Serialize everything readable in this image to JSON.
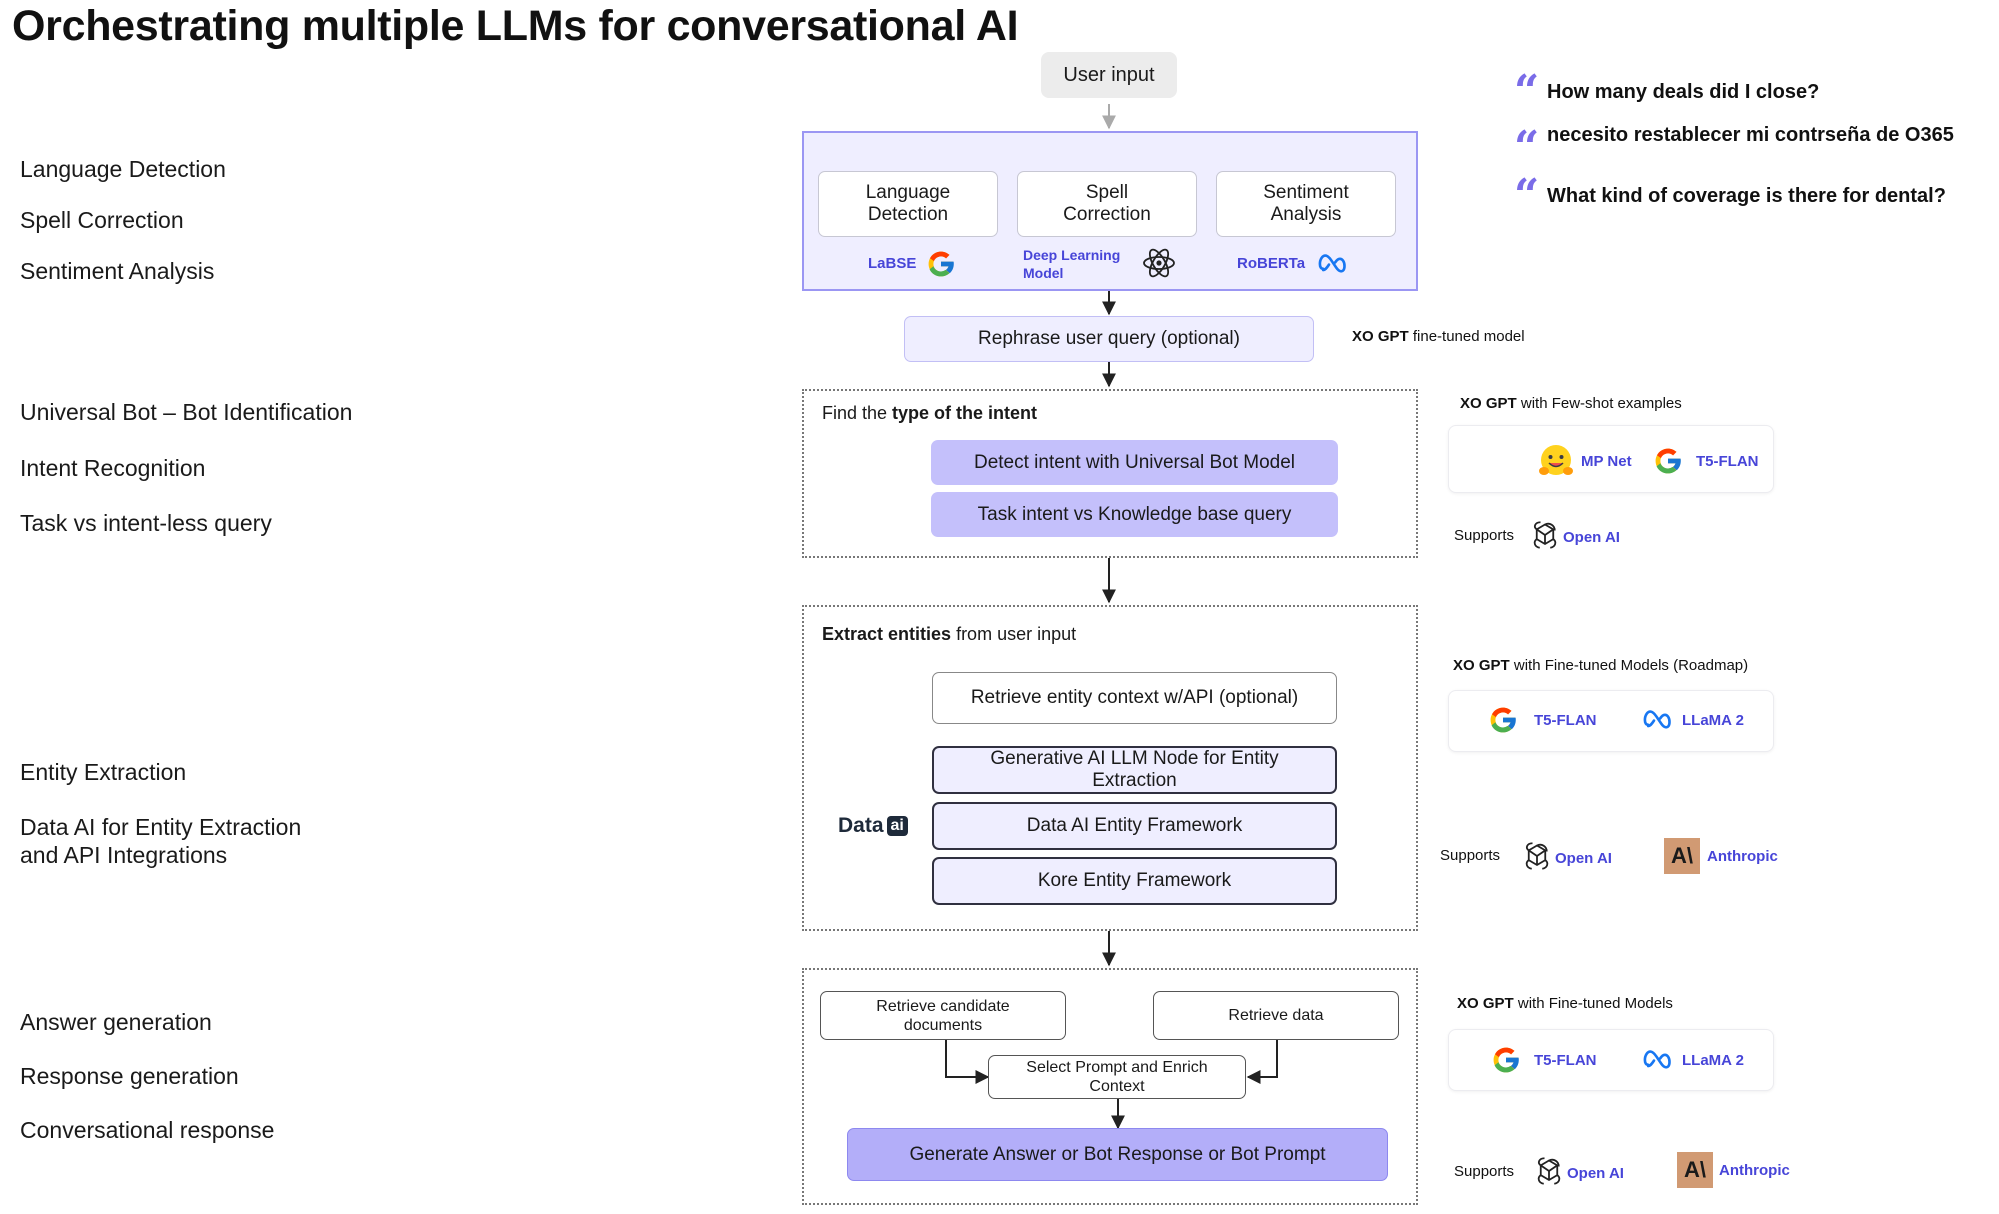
{
  "title": "Orchestrating multiple LLMs for conversational AI",
  "left_labels": {
    "language_detection": "Language Detection",
    "spell_correction": "Spell Correction",
    "sentiment_analysis": "Sentiment Analysis",
    "universal_bot": "Universal Bot – Bot Identification",
    "intent_recognition": "Intent Recognition",
    "task_vs_intent": "Task vs intent-less query",
    "entity_extraction": "Entity Extraction",
    "data_ai_line1": "Data AI for Entity Extraction",
    "data_ai_line2": "and API Integrations",
    "answer_generation": "Answer generation",
    "response_generation": "Response generation",
    "conversational_response": "Conversational response"
  },
  "flow": {
    "user_input": "User input",
    "stage1": {
      "box1": "Language Detection",
      "box2": "Spell Correction",
      "box3": "Sentiment Analysis",
      "tech1": "LaBSE",
      "tech2_line1": "Deep Learning",
      "tech2_line2": "Model",
      "tech3": "RoBERTa"
    },
    "rephrase": "Rephrase user query (optional)",
    "intent_section": {
      "heading_prefix": "Find the ",
      "heading_bold": "type of the intent",
      "detect": "Detect intent with Universal Bot Model",
      "task": "Task intent vs Knowledge base query"
    },
    "entity_section": {
      "heading_bold": "Extract entities",
      "heading_suffix": " from user input",
      "retrieve_context": "Retrieve entity context w/API (optional)",
      "gen_ai_node": "Generative AI LLM Node for Entity Extraction",
      "data_ai_framework": "Data AI Entity Framework",
      "kore_framework": "Kore Entity Framework",
      "logo_text": "Data",
      "logo_badge": "ai"
    },
    "answer_section": {
      "retrieve_docs": "Retrieve candidate documents",
      "retrieve_data": "Retrieve data",
      "select_prompt": "Select Prompt and Enrich Context",
      "generate": "Generate Answer or Bot Response or Bot Prompt"
    }
  },
  "quotes": [
    "How many deals did I close?",
    "necesito restablecer mi contrseña de O365",
    "What kind of coverage is there for dental?"
  ],
  "right": {
    "rephrase_note_bold": "XO GPT",
    "rephrase_note": " fine-tuned model",
    "intent_note_bold": "XO GPT",
    "intent_note": " with Few-shot examples",
    "intent_models": [
      "MP Net",
      "T5-FLAN"
    ],
    "supports": "Supports",
    "open_ai": "Open AI",
    "anthropic": "Anthropic",
    "entity_note_bold": "XO GPT",
    "entity_note": " with Fine-tuned Models (Roadmap)",
    "entity_models": [
      "T5-FLAN",
      "LLaMA 2"
    ],
    "answer_note_bold": "XO GPT",
    "answer_note": " with Fine-tuned Models",
    "answer_models": [
      "T5-FLAN",
      "LLaMA 2"
    ]
  },
  "colors": {
    "accent_text": "#4745d8",
    "stage1_fill": "#efeeff",
    "stage1_border": "#9b96f3",
    "intent_button": "#c4c0fb",
    "generate_button": "#b3aef9",
    "quote_mark": "#7a6ce8",
    "anthropic_tile": "#d19a73"
  }
}
